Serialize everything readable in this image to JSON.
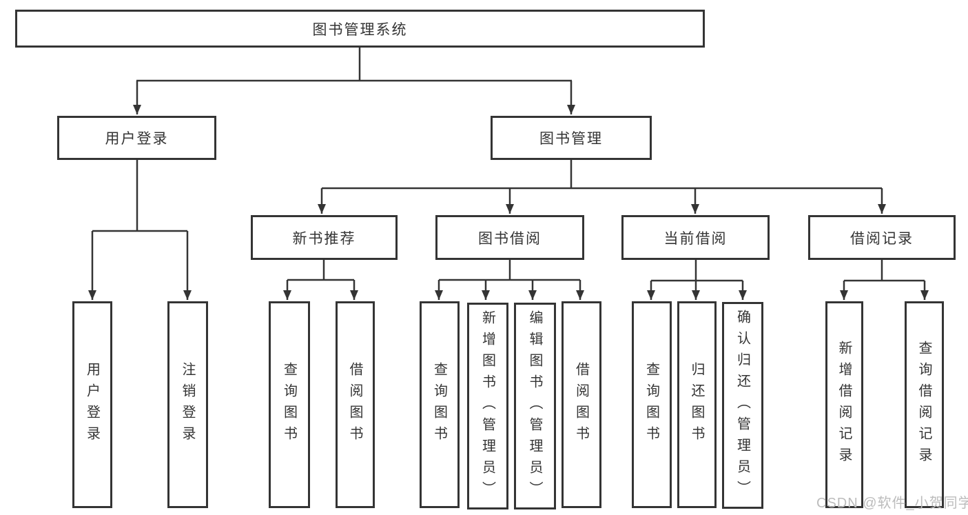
{
  "tree": {
    "label": "图书管理系统",
    "children": [
      {
        "label": "用户登录",
        "children": [
          {
            "label": "用户登录"
          },
          {
            "label": "注销登录"
          }
        ]
      },
      {
        "label": "图书管理",
        "children": [
          {
            "label": "新书推荐",
            "children": [
              {
                "label": "查询图书"
              },
              {
                "label": "借阅图书"
              }
            ]
          },
          {
            "label": "图书借阅",
            "children": [
              {
                "label": "查询图书"
              },
              {
                "label": "新增图书（管理员）"
              },
              {
                "label": "编辑图书（管理员）"
              },
              {
                "label": "借阅图书"
              }
            ]
          },
          {
            "label": "当前借阅",
            "children": [
              {
                "label": "查询图书"
              },
              {
                "label": "归还图书"
              },
              {
                "label": "确认归还（管理员）"
              }
            ]
          },
          {
            "label": "借阅记录",
            "children": [
              {
                "label": "新增借阅记录"
              },
              {
                "label": "查询借阅记录"
              }
            ]
          }
        ]
      }
    ]
  },
  "watermark": "CSDN @软件_小贺同学",
  "colors": {
    "line": "#343434",
    "box_border": "#343434",
    "text": "#343434",
    "watermark": "#bcbcbc",
    "background": "#ffffff"
  }
}
